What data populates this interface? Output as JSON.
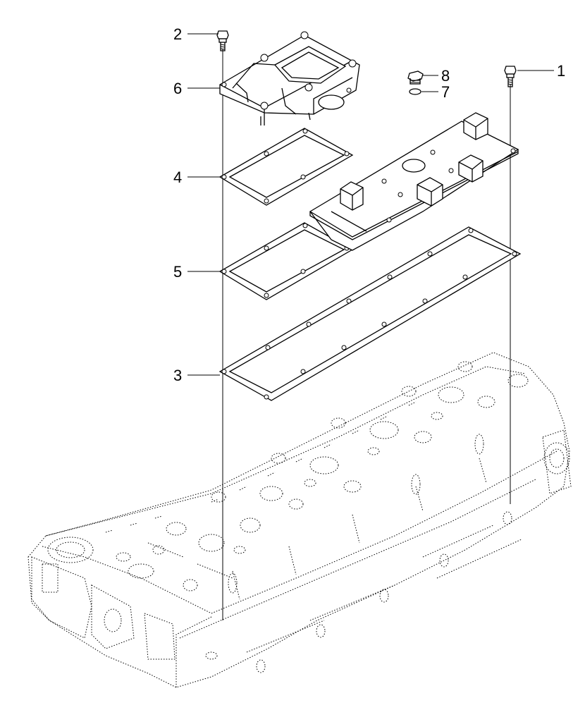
{
  "diagram": {
    "background": "#ffffff",
    "line_color": "#000000",
    "callouts": [
      {
        "id": "callout-1",
        "label": "1"
      },
      {
        "id": "callout-2",
        "label": "2"
      },
      {
        "id": "callout-3",
        "label": "3"
      },
      {
        "id": "callout-4",
        "label": "4"
      },
      {
        "id": "callout-5",
        "label": "5"
      },
      {
        "id": "callout-6",
        "label": "6"
      },
      {
        "id": "callout-7",
        "label": "7"
      },
      {
        "id": "callout-8",
        "label": "8"
      }
    ]
  }
}
